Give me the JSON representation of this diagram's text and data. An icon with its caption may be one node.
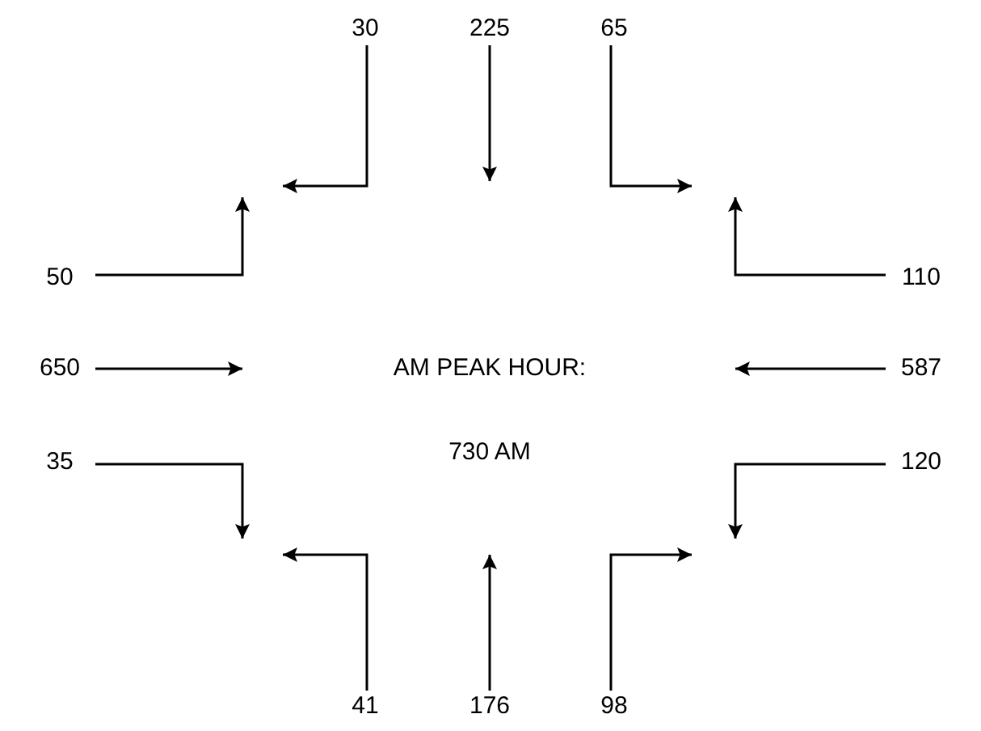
{
  "diagram": {
    "nodes": [
      {
        "text": [
          "30"
        ]
      },
      {
        "text": [
          "225"
        ]
      },
      {
        "text": [
          "65"
        ]
      },
      {
        "text": [
          "50"
        ]
      },
      {
        "text": [
          "110"
        ]
      },
      {
        "text": [
          "650"
        ]
      },
      {
        "text": [
          "587"
        ]
      },
      {
        "text": [
          "35"
        ]
      },
      {
        "text": [
          "120"
        ]
      },
      {
        "text": [
          "41"
        ]
      },
      {
        "text": [
          "176"
        ]
      },
      {
        "text": [
          "98"
        ]
      }
    ],
    "edges": [
      {
        "from": 0,
        "to": null,
        "arrow": "to"
      },
      {
        "from": 1,
        "to": null,
        "arrow": "to"
      },
      {
        "from": 2,
        "to": null,
        "arrow": "to"
      },
      {
        "from": 3,
        "to": null,
        "arrow": "to"
      },
      {
        "from": 4,
        "to": null,
        "arrow": "to"
      },
      {
        "from": 5,
        "to": null,
        "arrow": "to"
      },
      {
        "from": 6,
        "to": null,
        "arrow": "to"
      },
      {
        "from": 7,
        "to": null,
        "arrow": "to"
      },
      {
        "from": 8,
        "to": null,
        "arrow": "to"
      },
      {
        "from": 9,
        "to": null,
        "arrow": "to"
      },
      {
        "from": 10,
        "to": null,
        "arrow": "to"
      },
      {
        "from": 11,
        "to": null,
        "arrow": "to"
      }
    ],
    "labels": [
      "AM PEAK HOUR:",
      "730 AM"
    ]
  }
}
